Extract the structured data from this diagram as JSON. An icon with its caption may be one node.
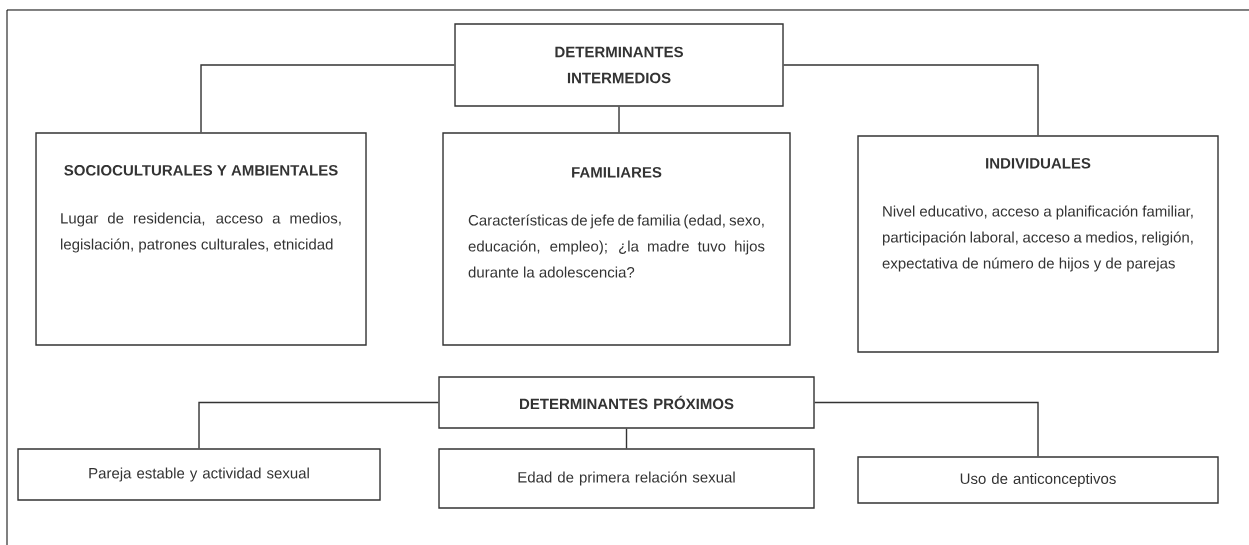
{
  "diagram": {
    "nodes": [
      {
        "text": [
          "DETERMINANTES INTERMEDIOS"
        ]
      },
      {
        "text": [
          "SOCIOCULTURALES Y AMBIENTALES",
          "Lugar de residencia, acceso a medios, legislación, patrones culturales, etnicidad"
        ]
      },
      {
        "text": [
          "FAMILIARES",
          "Características de jefe de familia (edad, sexo, educación, empleo); ¿la madre tuvo hijos durante la adolescencia?"
        ]
      },
      {
        "text": [
          "INDIVIDUALES",
          "Nivel educativo, acceso a planificación familiar, participación laboral, acceso a medios, religión, expectativa de número de hijos y de parejas"
        ]
      },
      {
        "text": [
          "DETERMINANTES PRÓXIMOS"
        ]
      },
      {
        "text": [
          "Pareja estable y actividad sexual"
        ]
      },
      {
        "text": [
          "Edad de primera relación sexual"
        ]
      },
      {
        "text": [
          "Uso de anticonceptivos"
        ]
      }
    ],
    "edges": [
      {
        "from": 0,
        "to": 1,
        "arrow": "none"
      },
      {
        "from": 0,
        "to": 2,
        "arrow": "none"
      },
      {
        "from": 0,
        "to": 3,
        "arrow": "none"
      },
      {
        "from": 4,
        "to": 5,
        "arrow": "none"
      },
      {
        "from": 4,
        "to": 6,
        "arrow": "none"
      },
      {
        "from": 4,
        "to": 7,
        "arrow": "none"
      }
    ]
  }
}
